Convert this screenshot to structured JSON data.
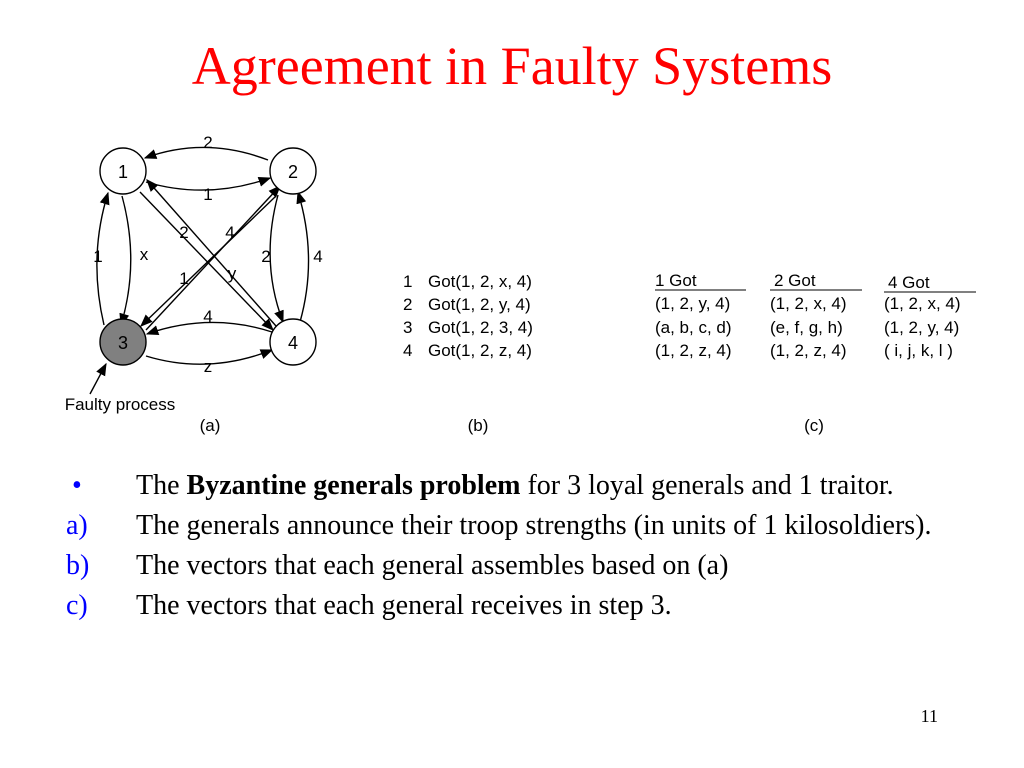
{
  "slide": {
    "title": "Agreement in Faulty Systems",
    "page_number": "11"
  },
  "figure": {
    "nodes": {
      "n1": "1",
      "n2": "2",
      "n3": "3",
      "n4": "4"
    },
    "edge_labels": {
      "top": "2",
      "upper_diag": "1",
      "left_outer": "1",
      "left_x": "x",
      "diag_2": "2",
      "diag_4": "4",
      "center_1": "1",
      "center_y": "y",
      "right_2": "2",
      "right_4": "4",
      "lower_4": "4",
      "bottom_z": "z"
    },
    "faulty_label": "Faulty process",
    "caption_a": "(a)",
    "caption_b": "(b)",
    "caption_c": "(c)",
    "table_b": [
      {
        "num": "1",
        "vec": "Got(1, 2, x, 4)"
      },
      {
        "num": "2",
        "vec": "Got(1, 2, y, 4)"
      },
      {
        "num": "3",
        "vec": "Got(1, 2, 3, 4)"
      },
      {
        "num": "4",
        "vec": "Got(1, 2, z, 4)"
      }
    ],
    "table_c": {
      "headers": [
        "1 Got",
        "2 Got",
        "4 Got"
      ],
      "col1": [
        "(1, 2,  y, 4)",
        "(a, b,  c, d)",
        "(1, 2,  z, 4)"
      ],
      "col2": [
        "(1, 2,  x, 4)",
        "(e, f,  g, h)",
        "(1, 2,  z, 4)"
      ],
      "col3": [
        "(1, 2,  x, 4)",
        "(1, 2,  y, 4)",
        "( i,  j,   k, l )"
      ]
    }
  },
  "bullets": [
    {
      "marker": "•",
      "pre": "The ",
      "bold": "Byzantine generals problem",
      "post": " for 3 loyal generals and 1 traitor."
    },
    {
      "marker": "a)",
      "text": "The generals announce their troop strengths (in units of 1 kilosoldiers)."
    },
    {
      "marker": "b)",
      "text": "The vectors that each general assembles based on (a)"
    },
    {
      "marker": "c)",
      "text": "The vectors that each general receives in step 3."
    }
  ]
}
